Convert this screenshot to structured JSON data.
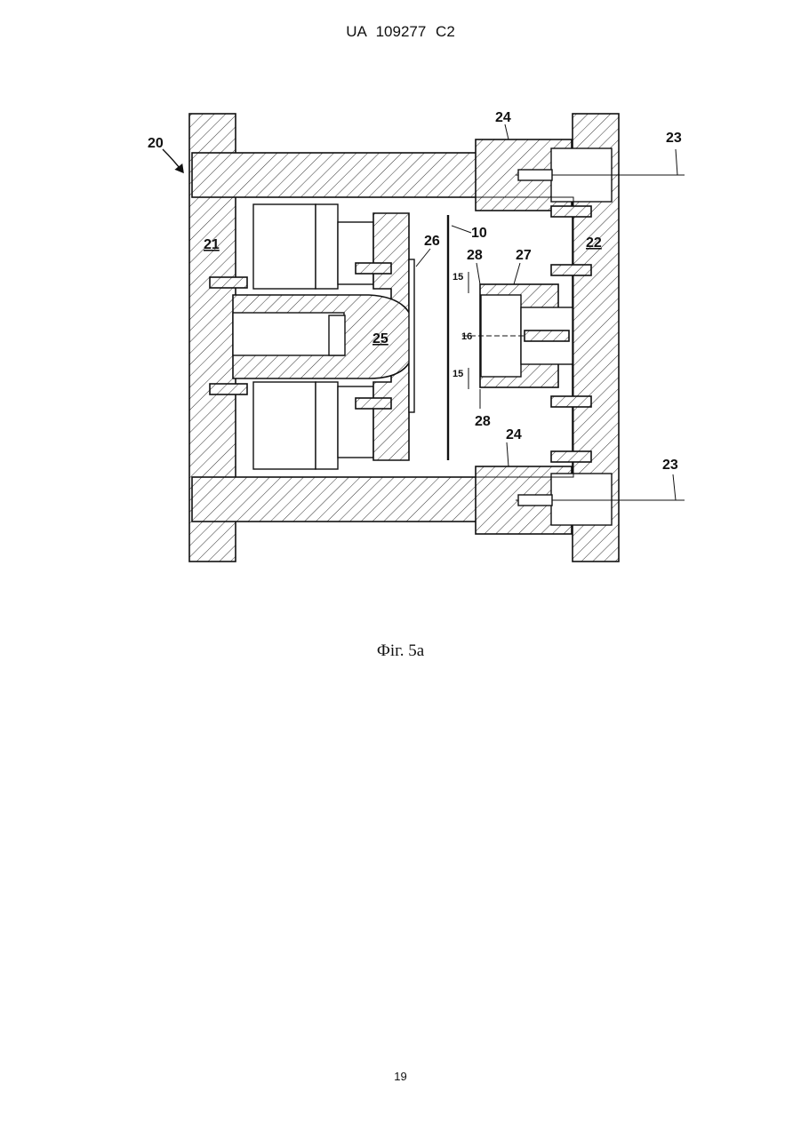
{
  "document": {
    "header": "UA 109277 C2",
    "caption": "Фіг. 5а",
    "page_number": "19"
  },
  "figure": {
    "labels": {
      "l20": "20",
      "l21": "21",
      "l22": "22",
      "l23a": "23",
      "l23b": "23",
      "l24a": "24",
      "l24b": "24",
      "l25": "25",
      "l26": "26",
      "l10": "10",
      "l27": "27",
      "l28a": "28",
      "l28b": "28",
      "l15a": "15",
      "l15b": "15",
      "l16": "16"
    }
  }
}
